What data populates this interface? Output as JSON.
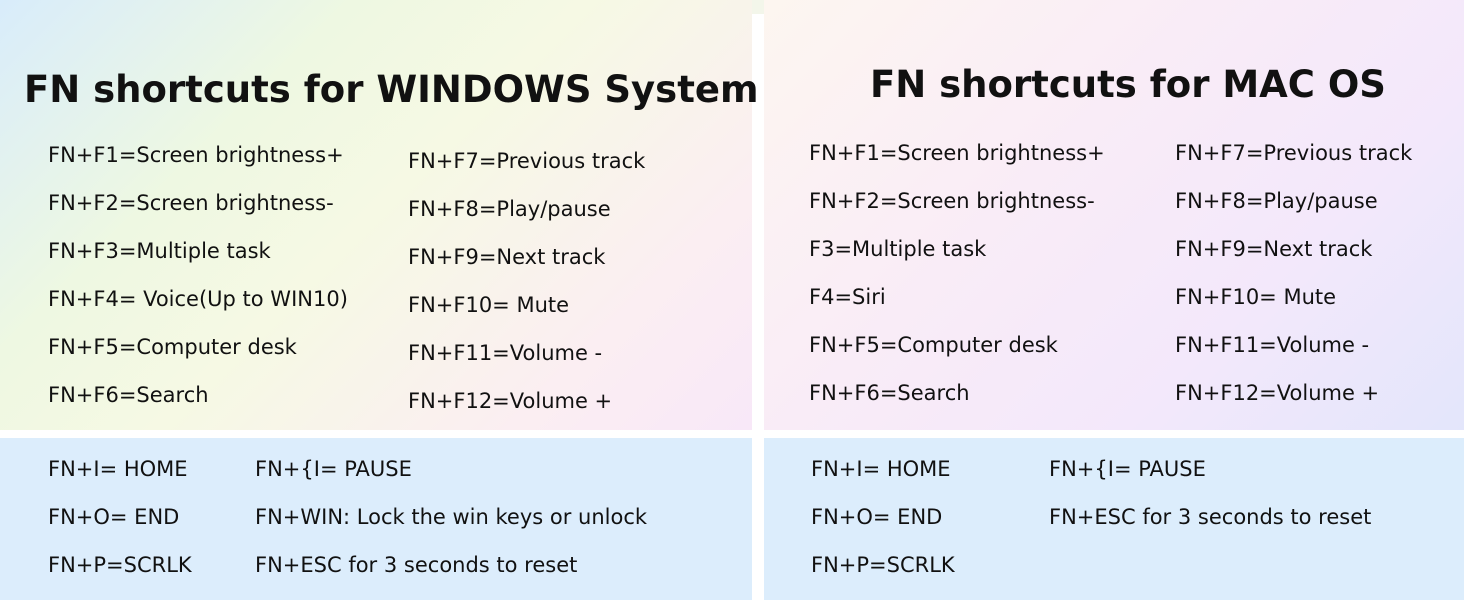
{
  "windows": {
    "title": "FN shortcuts for WINDOWS System",
    "col1": [
      "FN+F1=Screen brightness+",
      "FN+F2=Screen brightness-",
      "FN+F3=Multiple task",
      "FN+F4= Voice(Up to WIN10)",
      "FN+F5=Computer desk",
      "FN+F6=Search"
    ],
    "col2": [
      "FN+F7=Previous track",
      "FN+F8=Play/pause",
      "FN+F9=Next track",
      "FN+F10= Mute",
      "FN+F11=Volume -",
      "FN+F12=Volume +"
    ],
    "extra_col1": [
      "FN+I= HOME",
      "FN+O= END",
      "FN+P=SCRLK"
    ],
    "extra_col2": [
      "FN+{I= PAUSE",
      "FN+WIN: Lock the win keys or unlock",
      "FN+ESC for 3 seconds to reset"
    ]
  },
  "mac": {
    "title": "FN shortcuts for MAC OS",
    "col1": [
      "FN+F1=Screen brightness+",
      "FN+F2=Screen brightness-",
      "F3=Multiple task",
      "F4=Siri",
      "FN+F5=Computer desk",
      "FN+F6=Search"
    ],
    "col2": [
      "FN+F7=Previous track",
      "FN+F8=Play/pause",
      "FN+F9=Next track",
      "FN+F10= Mute",
      "FN+F11=Volume -",
      "FN+F12=Volume +"
    ],
    "extra_col1": [
      "FN+I= HOME",
      "FN+O= END",
      "FN+P=SCRLK"
    ],
    "extra_col2": [
      "FN+{I= PAUSE",
      "FN+ESC for 3 seconds to reset"
    ]
  }
}
